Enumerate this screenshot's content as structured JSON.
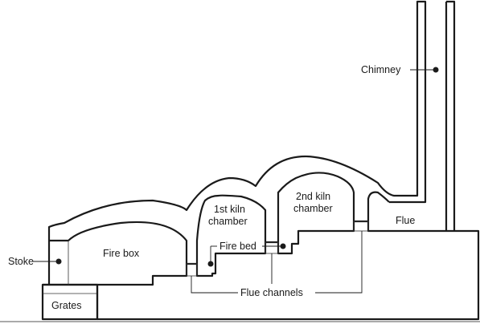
{
  "labels": {
    "chimney": "Chimney",
    "stoke": "Stoke",
    "fire_box": "Fire box",
    "grates": "Grates",
    "first_chamber_line1": "1st kiln",
    "first_chamber_line2": "chamber",
    "second_chamber_line1": "2nd kiln",
    "second_chamber_line2": "chamber",
    "fire_bed": "Fire bed",
    "flue": "Flue",
    "flue_channels": "Flue channels"
  }
}
